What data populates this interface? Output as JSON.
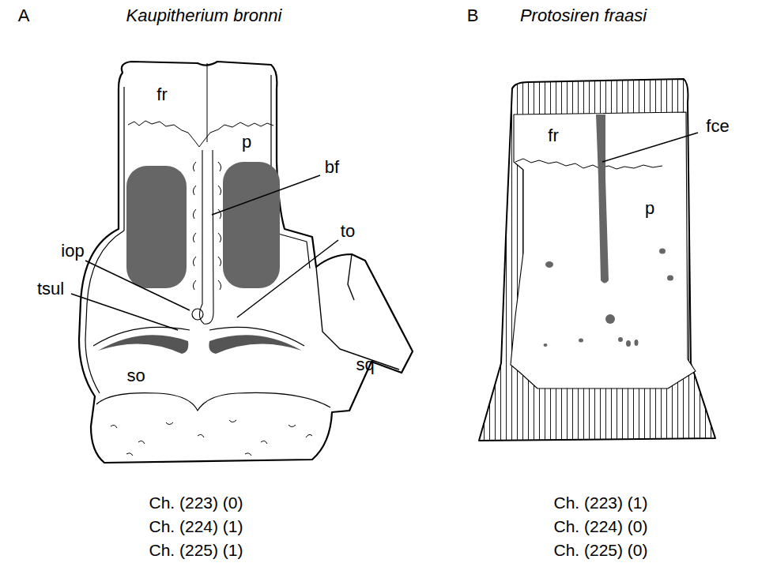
{
  "diagram": {
    "labels": [
      "A",
      "Kaupitherium bronni",
      "B",
      "Protosiren fraasi",
      "fr",
      "p",
      "bf",
      "iop",
      "to",
      "tsul",
      "so",
      "sq",
      "Ch. (223) (0)",
      "Ch. (224) (1)",
      "Ch. (225) (1)",
      "fr",
      "fce",
      "p",
      "Ch. (223) (1)",
      "Ch. (224) (0)",
      "Ch. (225) (0)"
    ]
  }
}
